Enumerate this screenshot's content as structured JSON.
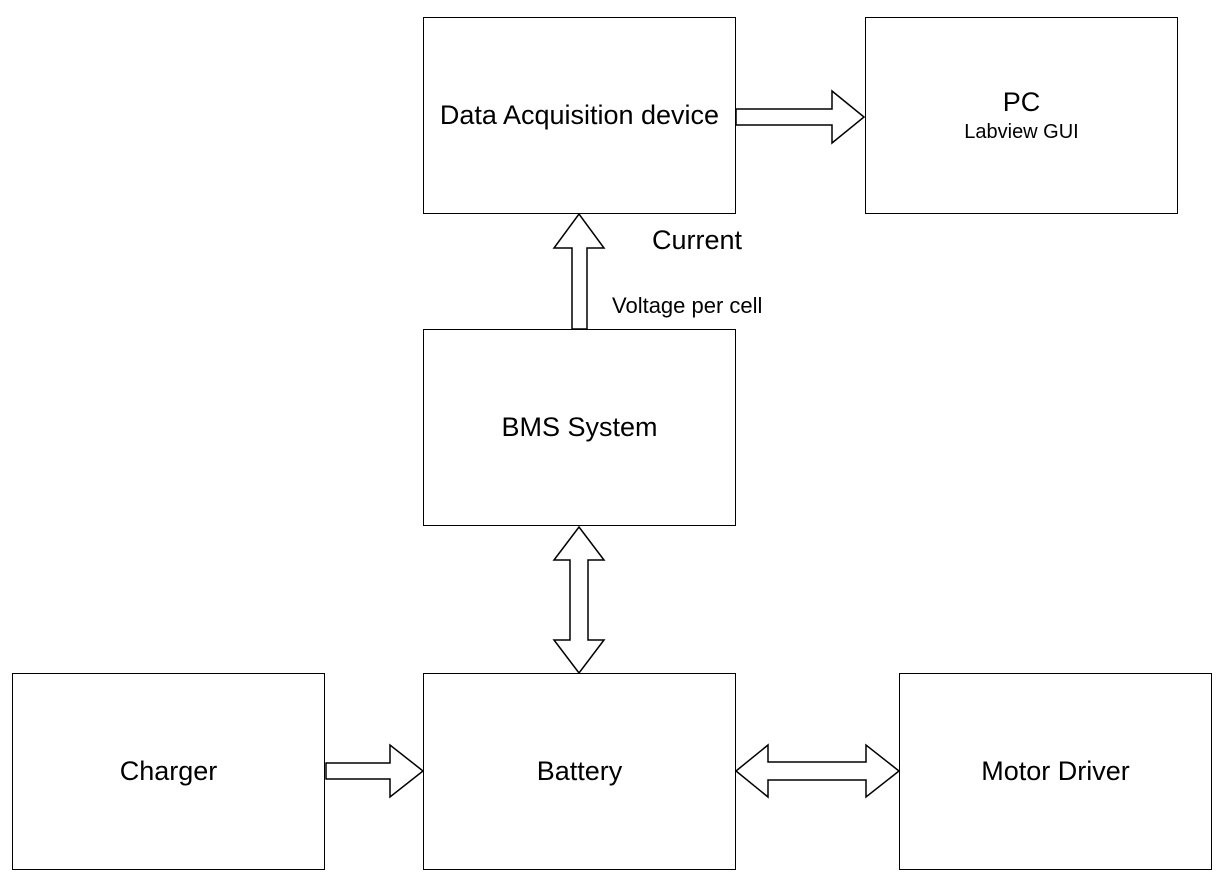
{
  "nodes": {
    "daq": {
      "label": "Data Acquisition device"
    },
    "pc": {
      "label": "PC",
      "sublabel": "Labview GUI"
    },
    "bms": {
      "label": "BMS System"
    },
    "charger": {
      "label": "Charger"
    },
    "battery": {
      "label": "Battery"
    },
    "motor_driver": {
      "label": "Motor Driver"
    }
  },
  "edges": [
    {
      "from": "Data Acquisition device",
      "to": "PC",
      "direction": "one-way"
    },
    {
      "from": "BMS System",
      "to": "Data Acquisition device",
      "direction": "one-way",
      "labels": [
        "Current",
        "Voltage per cell"
      ]
    },
    {
      "from": "BMS System",
      "to": "Battery",
      "direction": "two-way"
    },
    {
      "from": "Charger",
      "to": "Battery",
      "direction": "one-way"
    },
    {
      "from": "Battery",
      "to": "Motor Driver",
      "direction": "two-way"
    }
  ],
  "edge_labels": {
    "current": "Current",
    "voltage": "Voltage per cell"
  },
  "colors": {
    "stroke": "#000000",
    "fill": "#ffffff"
  }
}
